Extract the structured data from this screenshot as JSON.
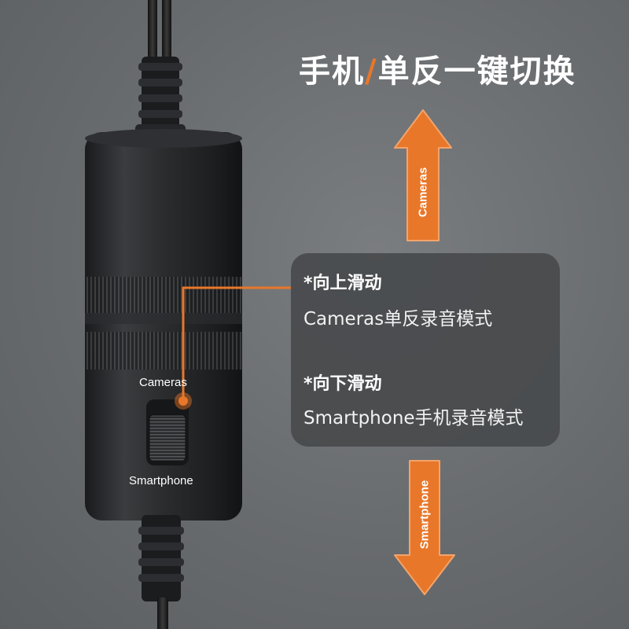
{
  "title": {
    "part1": "手机",
    "slash": "/",
    "part2": "单反一键切换"
  },
  "up_slide": {
    "heading": "*向上滑动",
    "desc": "Cameras单反录音模式"
  },
  "down_slide": {
    "heading": "*向下滑动",
    "desc": "Smartphone手机录音模式"
  },
  "device": {
    "label_top": "Cameras",
    "label_bottom": "Smartphone"
  },
  "arrow_up": {
    "label": "Cameras"
  },
  "arrow_down": {
    "label": "Smartphone"
  },
  "colors": {
    "accent": "#e8772a",
    "background": "#6a6d70",
    "box": "#484a4c"
  }
}
